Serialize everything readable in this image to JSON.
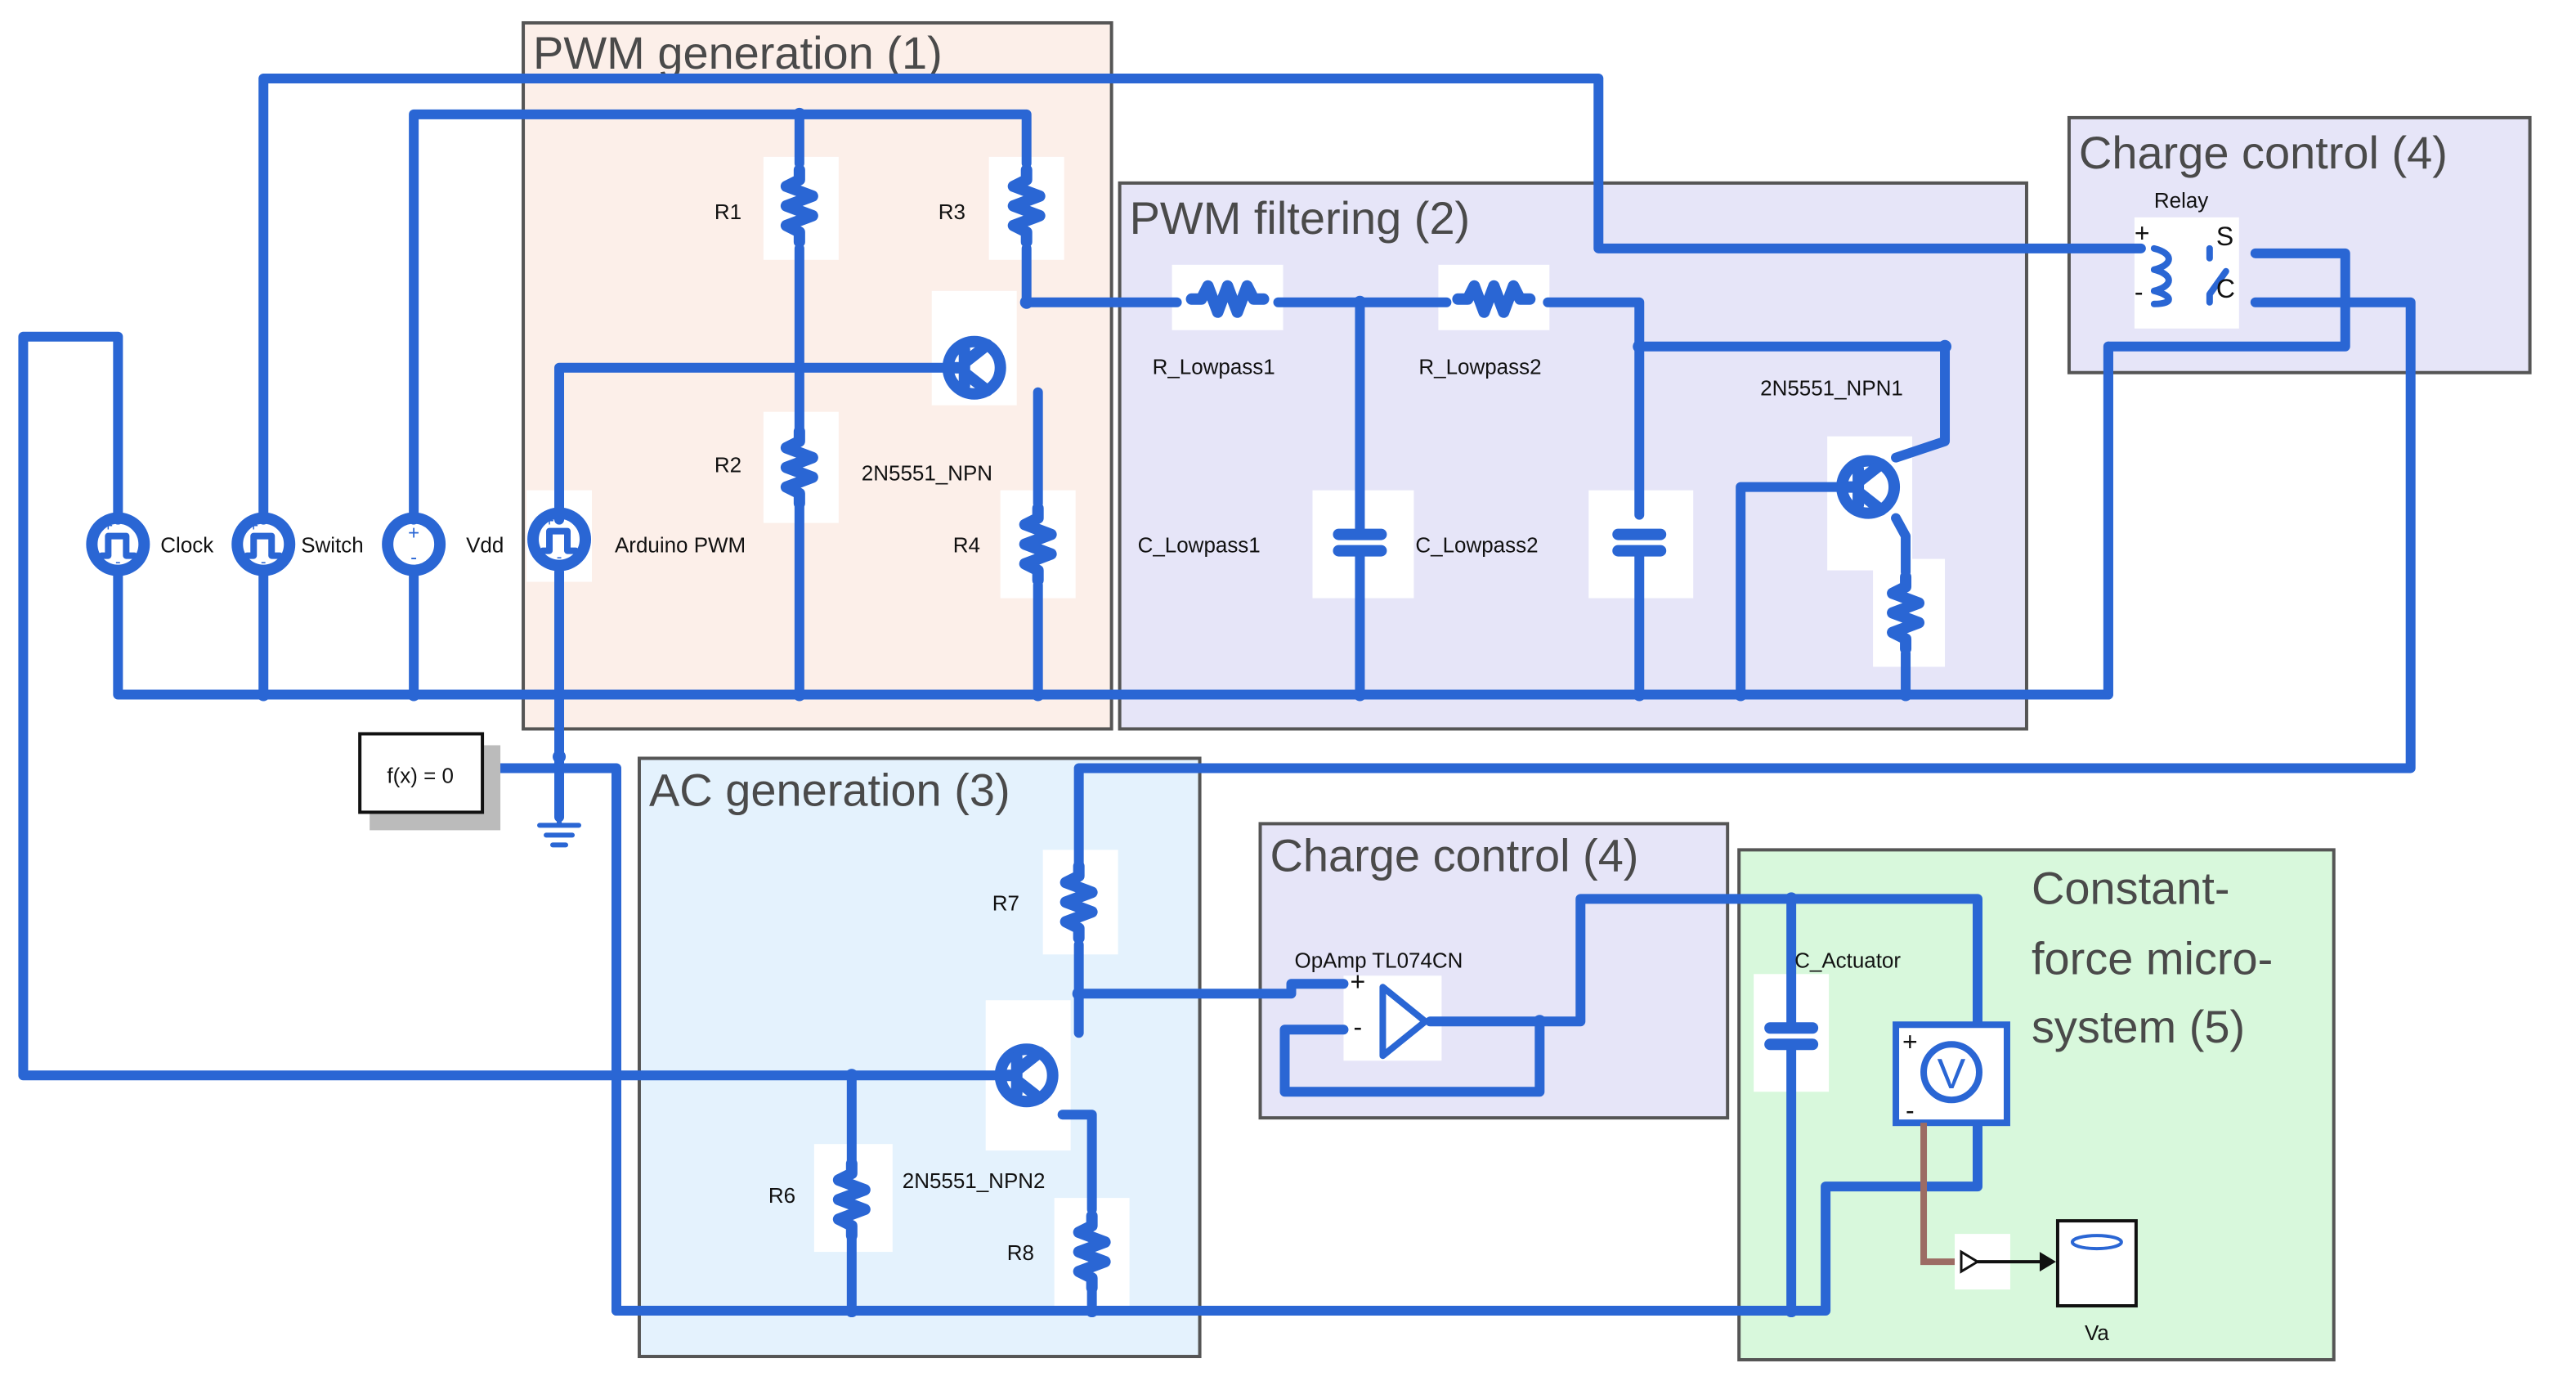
{
  "groups": {
    "pwm_generation": "PWM generation (1)",
    "pwm_filtering": "PWM filtering (2)",
    "charge_control_top": "Charge control (4)",
    "ac_generation": "AC generation (3)",
    "charge_control_bottom": "Charge control (4)",
    "constant_force": [
      "Constant-",
      "force micro-",
      "system (5)"
    ]
  },
  "sources": {
    "clock": "Clock",
    "switch": "Switch",
    "vdd": "Vdd",
    "arduino_pwm": "Arduino PWM"
  },
  "resistors": {
    "r1": "R1",
    "r2": "R2",
    "r3": "R3",
    "r4": "R4",
    "r_lowpass1": "R_Lowpass1",
    "r_lowpass2": "R_Lowpass2",
    "r6": "R6",
    "r7": "R7",
    "r8": "R8"
  },
  "capacitors": {
    "c_lowpass1": "C_Lowpass1",
    "c_lowpass2": "C_Lowpass2",
    "c_actuator": "C_Actuator"
  },
  "transistors": {
    "npn": "2N5551_NPN",
    "npn1": "2N5551_NPN1",
    "npn2": "2N5551_NPN2"
  },
  "relay": {
    "label": "Relay",
    "plus": "+",
    "minus": "-",
    "s": "S",
    "c": "C"
  },
  "opamp": {
    "label": "OpAmp TL074CN",
    "plus": "+",
    "minus": "-"
  },
  "voltmeter": {
    "symbol": "V",
    "plus": "+",
    "minus": "-"
  },
  "solver": "f(x) = 0",
  "scope": "Va",
  "colors": {
    "wire": "#2a66d4",
    "pwm_generation_fill": "#fcefe9",
    "pwm_filtering_fill": "#e6e5f8",
    "charge_control_fill": "#e6e5f8",
    "ac_generation_fill": "#e4f2fd",
    "constant_force_fill": "#d8f8dc",
    "signal_line": "#9c6c64"
  }
}
